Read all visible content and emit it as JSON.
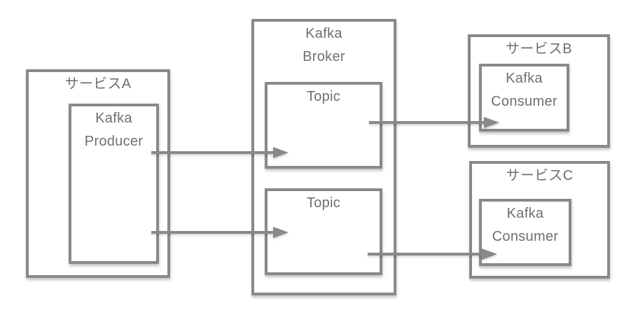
{
  "colors": {
    "line": "#898989",
    "text": "#6f6f6f",
    "background": "#ffffff"
  },
  "nodes": {
    "service_a": {
      "label": "サービスA"
    },
    "kafka_producer": {
      "lines": [
        "Kafka",
        "Producer"
      ]
    },
    "kafka_broker": {
      "lines": [
        "Kafka",
        "Broker"
      ]
    },
    "topic_1": {
      "label": "Topic"
    },
    "topic_2": {
      "label": "Topic"
    },
    "service_b": {
      "label": "サービスB"
    },
    "kafka_consumer_b": {
      "lines": [
        "Kafka",
        "Consumer"
      ]
    },
    "service_c": {
      "label": "サービスC"
    },
    "kafka_consumer_c": {
      "lines": [
        "Kafka",
        "Consumer"
      ]
    }
  },
  "arrows": [
    {
      "name": "producer-to-topic-1",
      "from": "kafka_producer",
      "to": "topic_1"
    },
    {
      "name": "producer-to-topic-2",
      "from": "kafka_producer",
      "to": "topic_2"
    },
    {
      "name": "topic-1-to-consumer-b",
      "from": "topic_1",
      "to": "kafka_consumer_b"
    },
    {
      "name": "topic-2-to-consumer-c",
      "from": "topic_2",
      "to": "kafka_consumer_c"
    }
  ]
}
